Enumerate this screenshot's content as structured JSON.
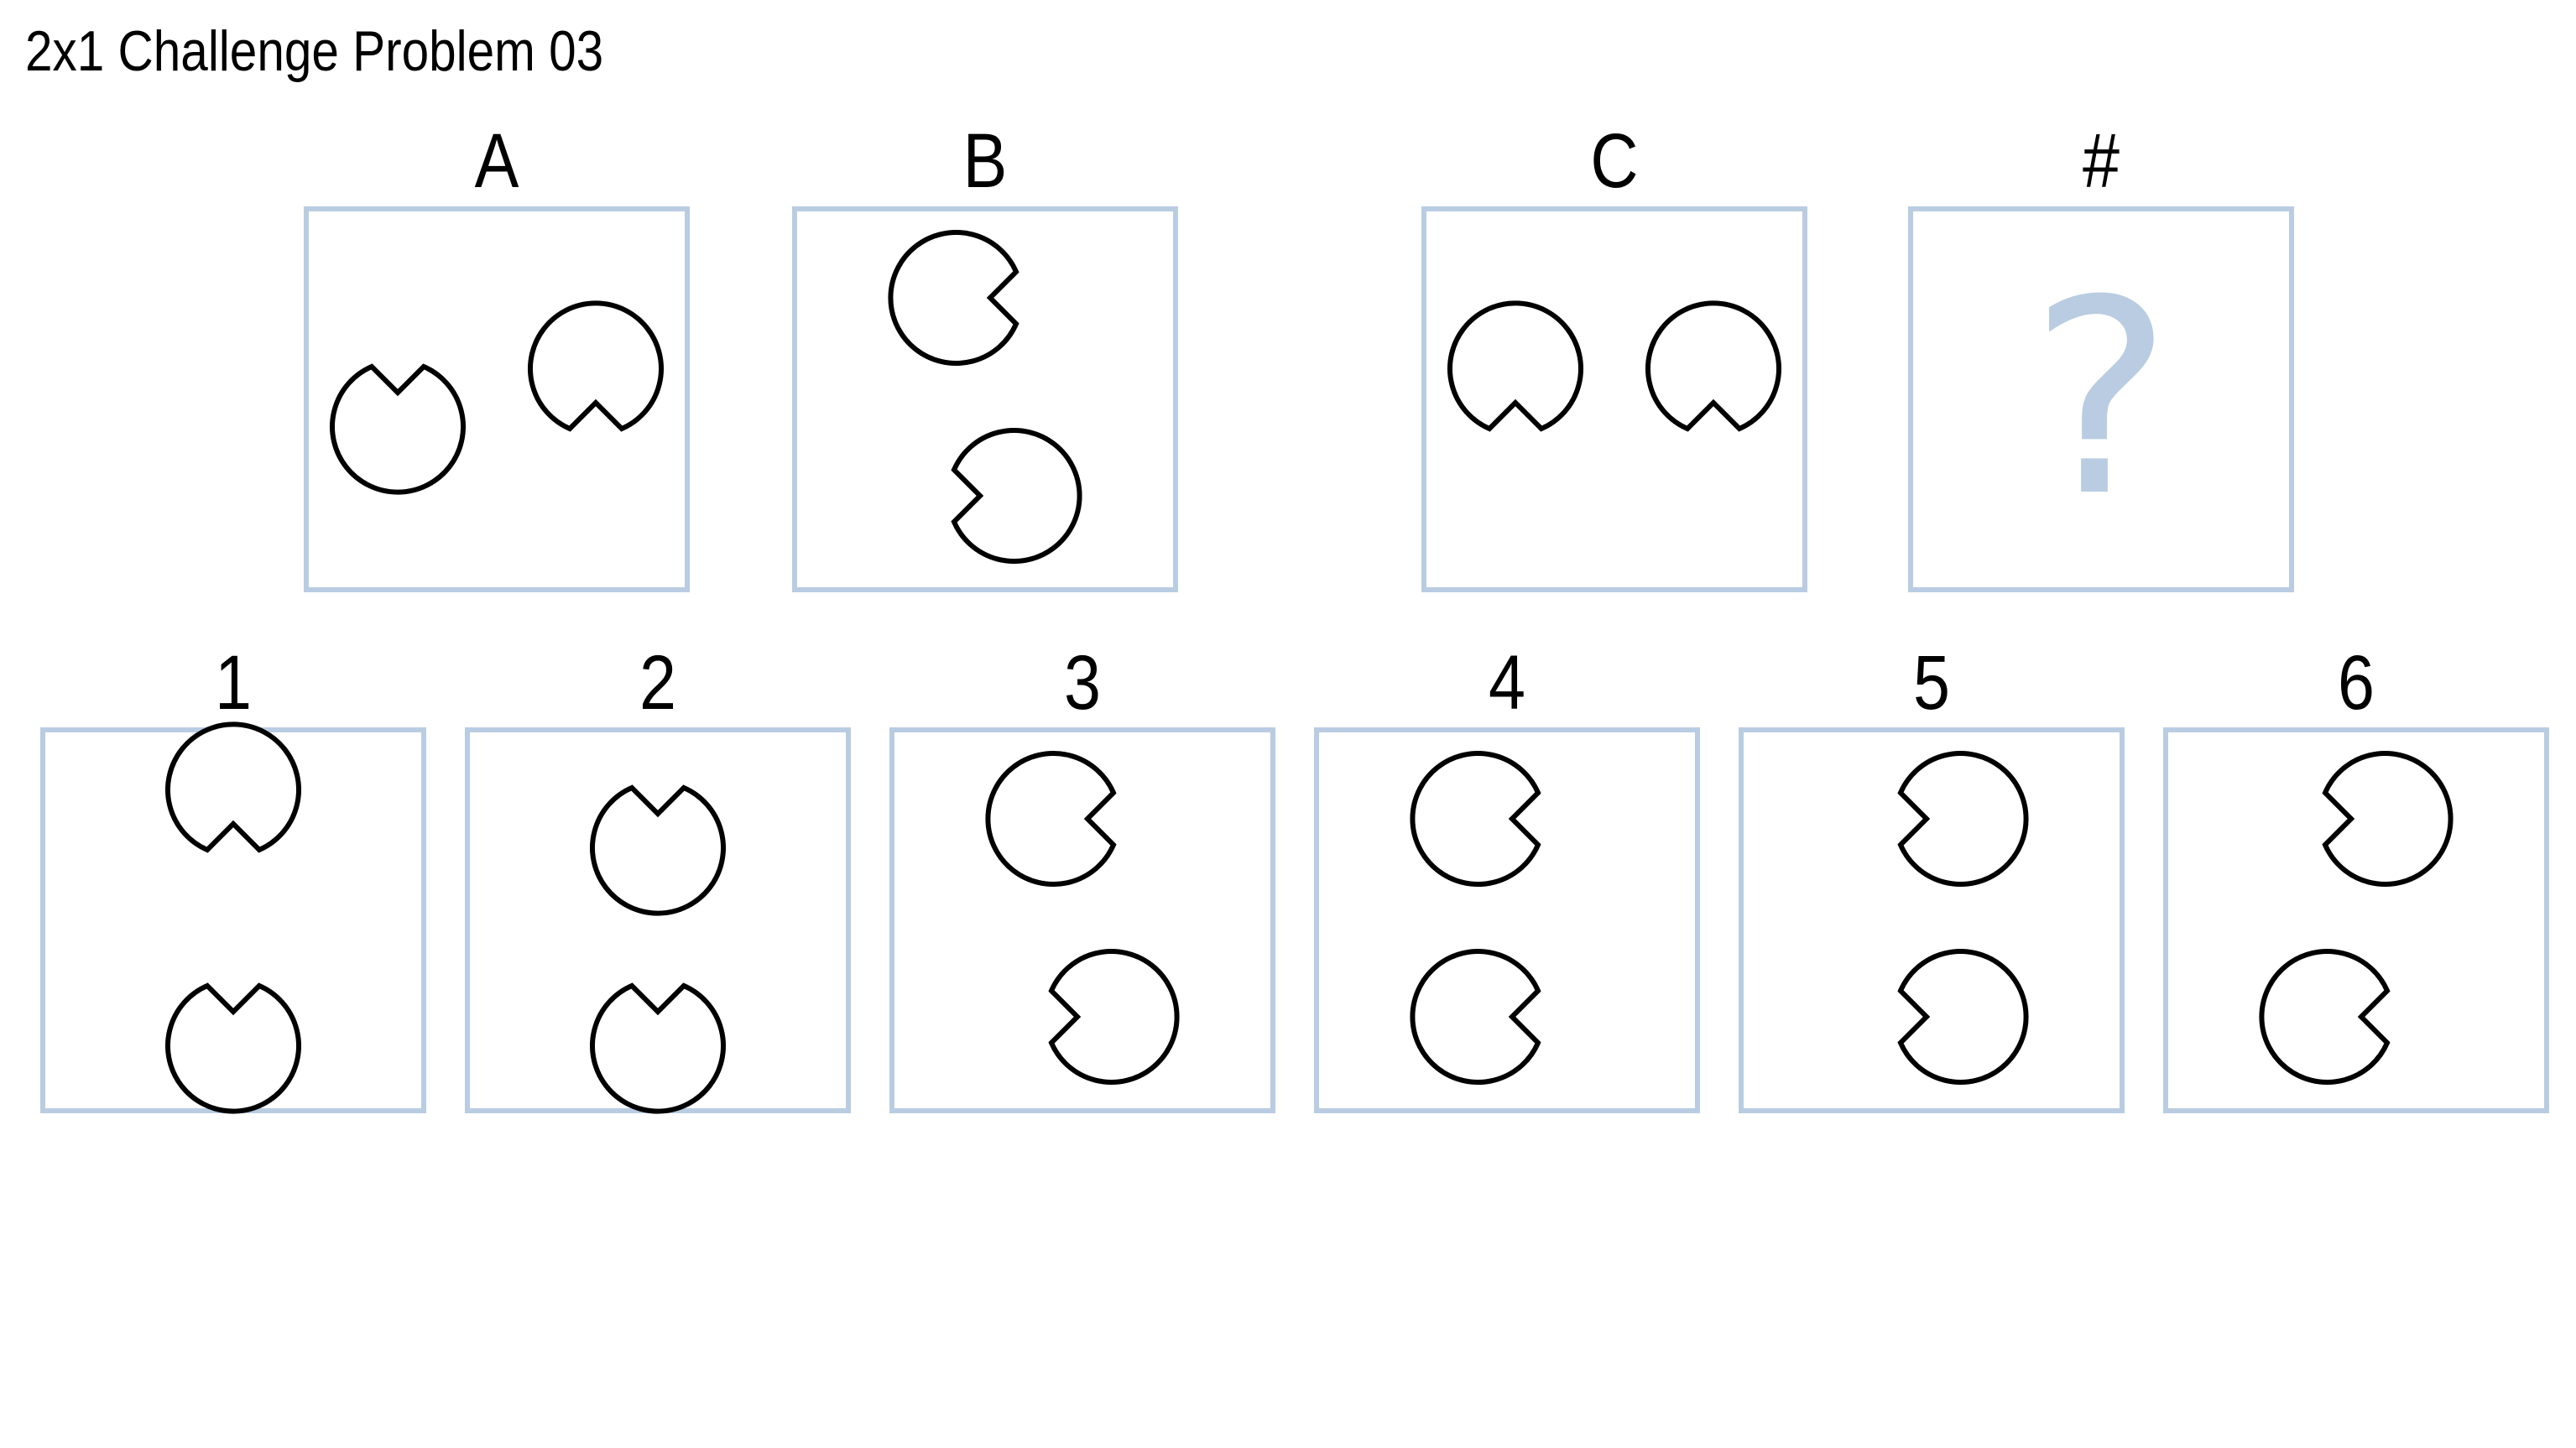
{
  "title": "2x1 Challenge Problem 03",
  "colors": {
    "frame": "#b9cce2",
    "question_mark": "#b9cce2",
    "shape_stroke": "#000000"
  },
  "problem": [
    {
      "id": "A",
      "label": "A",
      "shapes": [
        "pacman-mouth-up",
        "pacman-mouth-down"
      ]
    },
    {
      "id": "B",
      "label": "B",
      "shapes": [
        "pacman-mouth-right",
        "pacman-mouth-left"
      ]
    },
    {
      "id": "C",
      "label": "C",
      "shapes": [
        "pacman-mouth-down",
        "pacman-mouth-down"
      ]
    },
    {
      "id": "answer",
      "label": "#",
      "question_mark": "?"
    }
  ],
  "options": [
    {
      "label": "1",
      "shapes": [
        "pacman-mouth-down",
        "pacman-mouth-up"
      ]
    },
    {
      "label": "2",
      "shapes": [
        "pacman-mouth-up",
        "pacman-mouth-up"
      ]
    },
    {
      "label": "3",
      "shapes": [
        "pacman-mouth-right",
        "pacman-mouth-left"
      ]
    },
    {
      "label": "4",
      "shapes": [
        "pacman-mouth-right",
        "pacman-mouth-right"
      ]
    },
    {
      "label": "5",
      "shapes": [
        "pacman-mouth-left",
        "pacman-mouth-left"
      ]
    },
    {
      "label": "6",
      "shapes": [
        "pacman-mouth-left",
        "pacman-mouth-right"
      ]
    }
  ]
}
